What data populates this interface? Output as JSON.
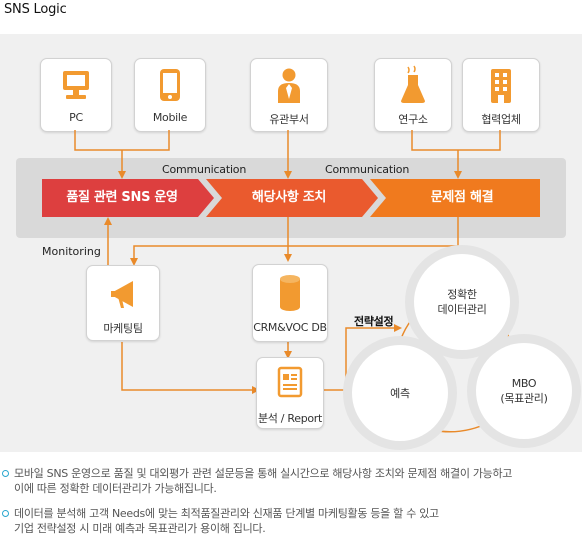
{
  "title": "SNS Logic",
  "sources": [
    {
      "label": "PC",
      "icon": "monitor-icon"
    },
    {
      "label": "Mobile",
      "icon": "mobile-phone-icon"
    },
    {
      "label": "유관부서",
      "icon": "person-icon"
    },
    {
      "label": "연구소",
      "icon": "flask-icon"
    },
    {
      "label": "협력업체",
      "icon": "building-icon"
    }
  ],
  "communication_label": "Communication",
  "process": [
    "품질 관련 SNS 운영",
    "해당사항 조치",
    "문제점 해결"
  ],
  "monitoring_label": "Monitoring",
  "nodes": {
    "marketing": "마케팅팀",
    "db": "CRM&VOC DB",
    "report": "분석 / Report"
  },
  "strategy_label": "전략설정",
  "cycle": {
    "data_management": [
      "정확한",
      "데이터관리"
    ],
    "mbo": [
      "MBO",
      "(목표관리)"
    ],
    "forecast": "예측"
  },
  "notes": [
    [
      "모바일 SNS 운영으로 품질 및 대외평가 관련 설문등을 통해 실시간으로 해당사항 조치와 문제점 해결이 가능하고",
      "이에 따른 정확한 데이터관리가 가능해집니다."
    ],
    [
      "데이터를 분석해 고객 Needs에 맞는 최적품질관리와 신재품 단계별 마케팅활동 등을 할 수 있고",
      "기업 전략설정 시 미래 예측과 목표관리가 용이해 집니다."
    ]
  ],
  "colors": {
    "red": "#dd3f3f",
    "orange_red": "#ea5a2e",
    "orange": "#f07a1e",
    "icon_orange": "#f29a30",
    "arrow_orange": "#e98a2a",
    "bullet_blue": "#2aa7cf"
  }
}
